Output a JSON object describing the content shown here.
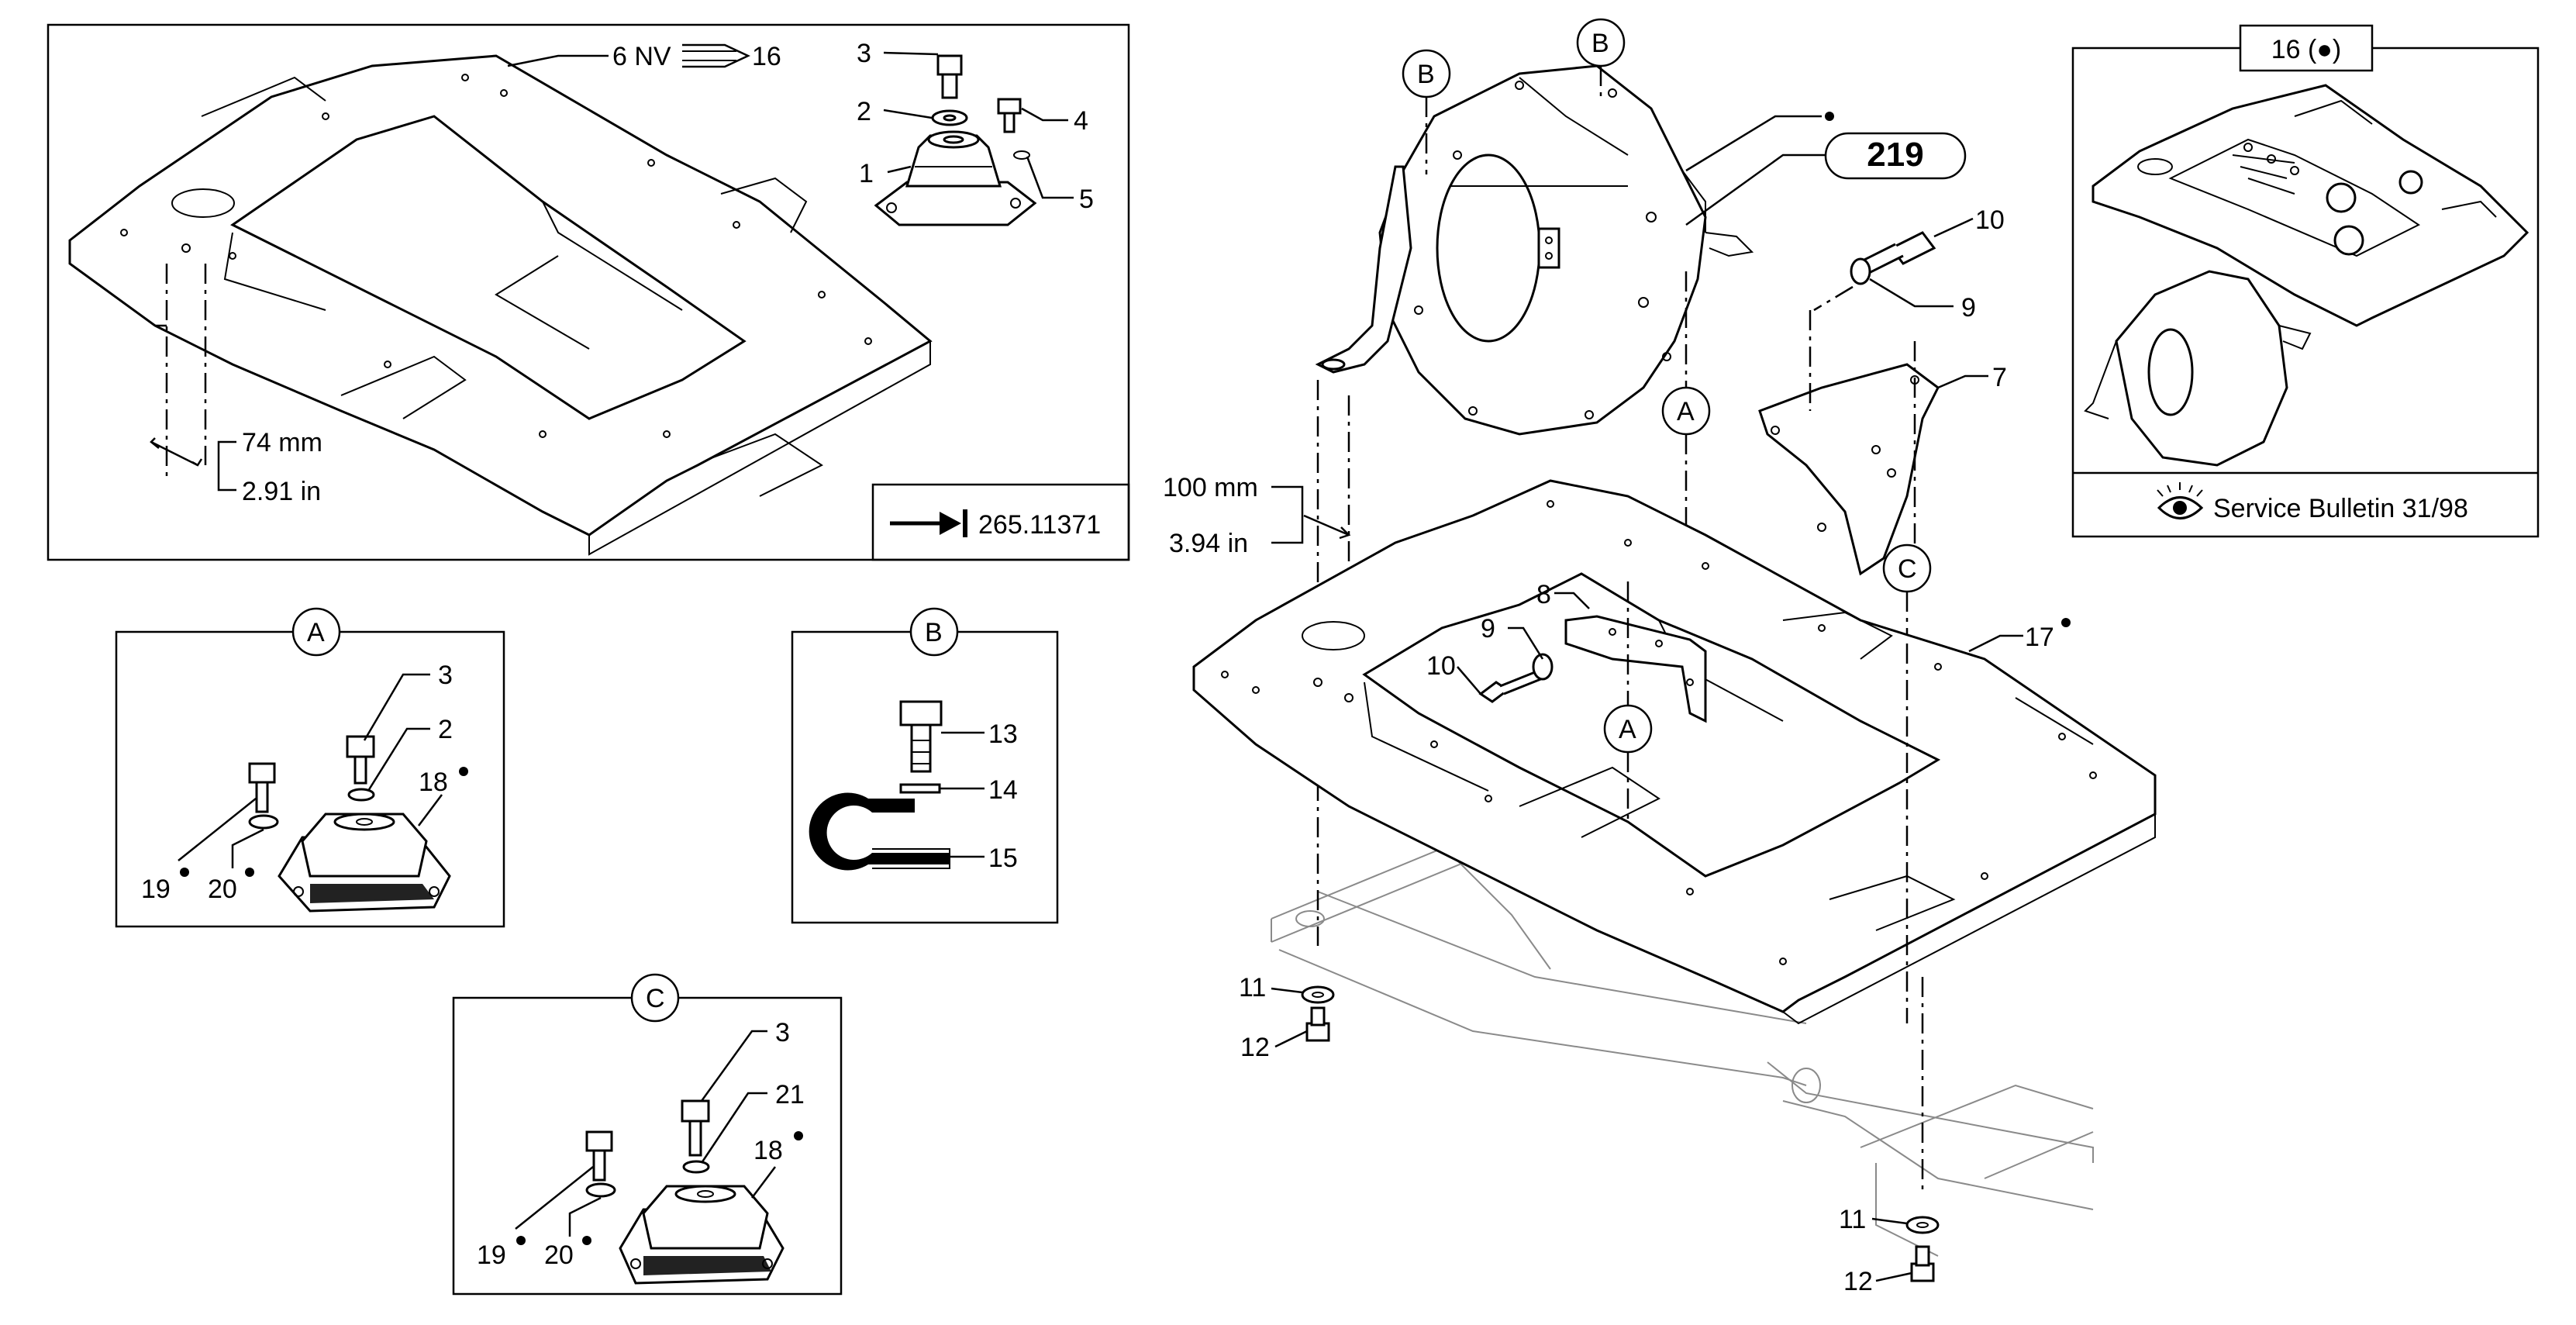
{
  "top_left_panel": {
    "callout_6": "6 NV",
    "callout_16": "16",
    "dim_mm": "74 mm",
    "dim_in": "2.91 in",
    "ref": "265.11371",
    "parts": [
      "1",
      "2",
      "3",
      "4",
      "5"
    ]
  },
  "panel_a": {
    "title": "A",
    "parts": [
      "3",
      "2",
      "18",
      "19",
      "20"
    ]
  },
  "panel_b": {
    "title": "B",
    "parts": [
      "13",
      "14",
      "15"
    ]
  },
  "panel_c": {
    "title": "C",
    "parts": [
      "3",
      "21",
      "18",
      "19",
      "20"
    ]
  },
  "main_view": {
    "ref_badge": "219",
    "circle_b_left": "B",
    "circle_b_right": "B",
    "circle_a_upper": "A",
    "circle_a_lower": "A",
    "circle_c": "C",
    "dim_mm": "100 mm",
    "dim_in": "3.94 in",
    "parts": [
      "7",
      "8",
      "9",
      "10",
      "9",
      "10",
      "11",
      "12",
      "11",
      "12",
      "17"
    ]
  },
  "inset_panel": {
    "title": "16 (●)",
    "bulletin": "Service Bulletin 31/98"
  },
  "icons": [
    "arrow-to-bar-icon",
    "eye-icon",
    "dot-icon"
  ]
}
